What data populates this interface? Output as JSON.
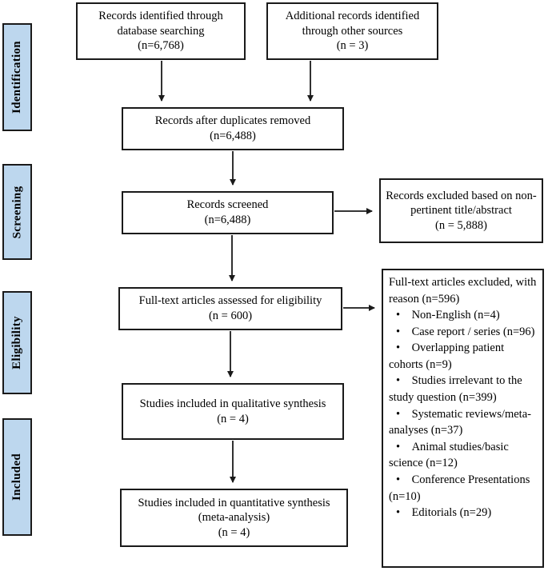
{
  "figure": {
    "type": "prisma-flow-diagram"
  },
  "colors": {
    "stage_fill": "#bdd7ee",
    "border": "#1a1a1a",
    "box_bg": "#ffffff"
  },
  "stages": [
    "Identification",
    "Screening",
    "Eligibility",
    "Included"
  ],
  "boxes": {
    "db_search": {
      "label": "Records identified through database searching",
      "count": "(n=6,768)"
    },
    "other_sources": {
      "label": "Additional records identified through other sources",
      "count": "(n = 3)"
    },
    "dedup": {
      "label": "Records after duplicates removed",
      "count": "(n=6,488)"
    },
    "screened": {
      "label": "Records screened",
      "count": "(n=6,488)"
    },
    "title_abstract_excluded": {
      "label": "Records excluded based on non-pertinent title/abstract",
      "count": "(n = 5,888)"
    },
    "fulltext_assessed": {
      "label": "Full-text articles assessed for eligibility",
      "count": "(n = 600)"
    },
    "fulltext_excluded": {
      "title": "Full-text articles excluded, with reason (n=596)",
      "reasons": [
        "Non-English (n=4)",
        "Case report / series (n=96)",
        "Overlapping patient cohorts (n=9)",
        "Studies irrelevant to the study question (n=399)",
        "Systematic reviews/meta-analyses (n=37)",
        "Animal studies/basic science (n=12)",
        "Conference Presentations (n=10)",
        "Editorials (n=29)"
      ]
    },
    "qualitative": {
      "label": "Studies included in qualitative synthesis",
      "count": "(n = 4)"
    },
    "quantitative": {
      "label": "Studies included in quantitative synthesis (meta-analysis)",
      "count": "(n = 4)"
    }
  }
}
